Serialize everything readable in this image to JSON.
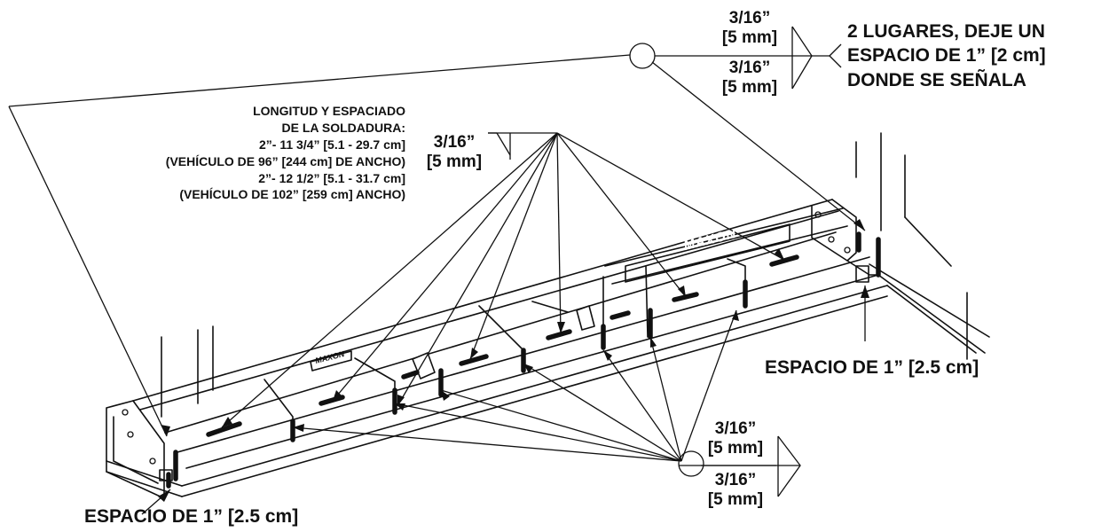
{
  "weld_symbol_top": {
    "size_upper": "3/16”",
    "metric_upper": "[5 mm]",
    "size_lower": "3/16”",
    "metric_lower": "[5 mm]"
  },
  "note_top_right": [
    "2 LUGARES, DEJE UN",
    "ESPACIO DE 1” [2 cm]",
    "DONDE SE SEÑALA"
  ],
  "weld_spec": [
    "LONGITUD Y ESPACIADO",
    "DE LA SOLDADURA:",
    "2”- 11 3/4” [5.1 - 29.7 cm]",
    "(VEHÍCULO DE 96” [244 cm] DE ANCHO)",
    "2”- 12 1/2” [5.1 - 31.7 cm]",
    "(VEHÍCULO DE 102” [259 cm] ANCHO)"
  ],
  "weld_symbol_mid": {
    "size": "3/16”",
    "metric": "[5 mm]"
  },
  "weld_symbol_bottom": {
    "size_upper": "3/16”",
    "metric_upper": "[5 mm]",
    "size_lower": "3/16”",
    "metric_lower": "[5 mm]"
  },
  "gap_right": "ESPACIO DE 1” [2.5 cm]",
  "gap_left": "ESPACIO DE 1” [2.5 cm]",
  "brand_label": "MAXON",
  "brand_label_small": "MAXON",
  "colors": {
    "ink": "#111111",
    "background": "#ffffff",
    "weld": "#111111"
  }
}
